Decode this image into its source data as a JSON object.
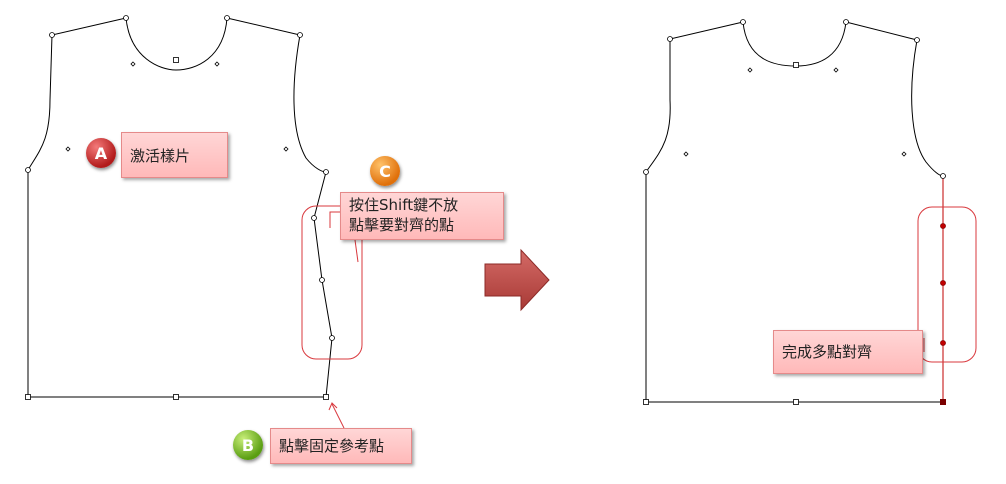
{
  "callouts": {
    "activate_pattern": "激活樣片",
    "click_reference_point": "點擊固定參考點",
    "shift_click_line1": "按住Shift鍵不放",
    "shift_click_line2": "點擊要對齊的點",
    "alignment_done": "完成多點對齊"
  },
  "badges": {
    "a": "A",
    "b": "B",
    "c": "C"
  },
  "colors": {
    "outline": "#000000",
    "selection_box": "#d9393e",
    "aligned_point": "#c00000",
    "arrow_fill": "#c0504d",
    "callout_fill": "#ffc8c8"
  }
}
